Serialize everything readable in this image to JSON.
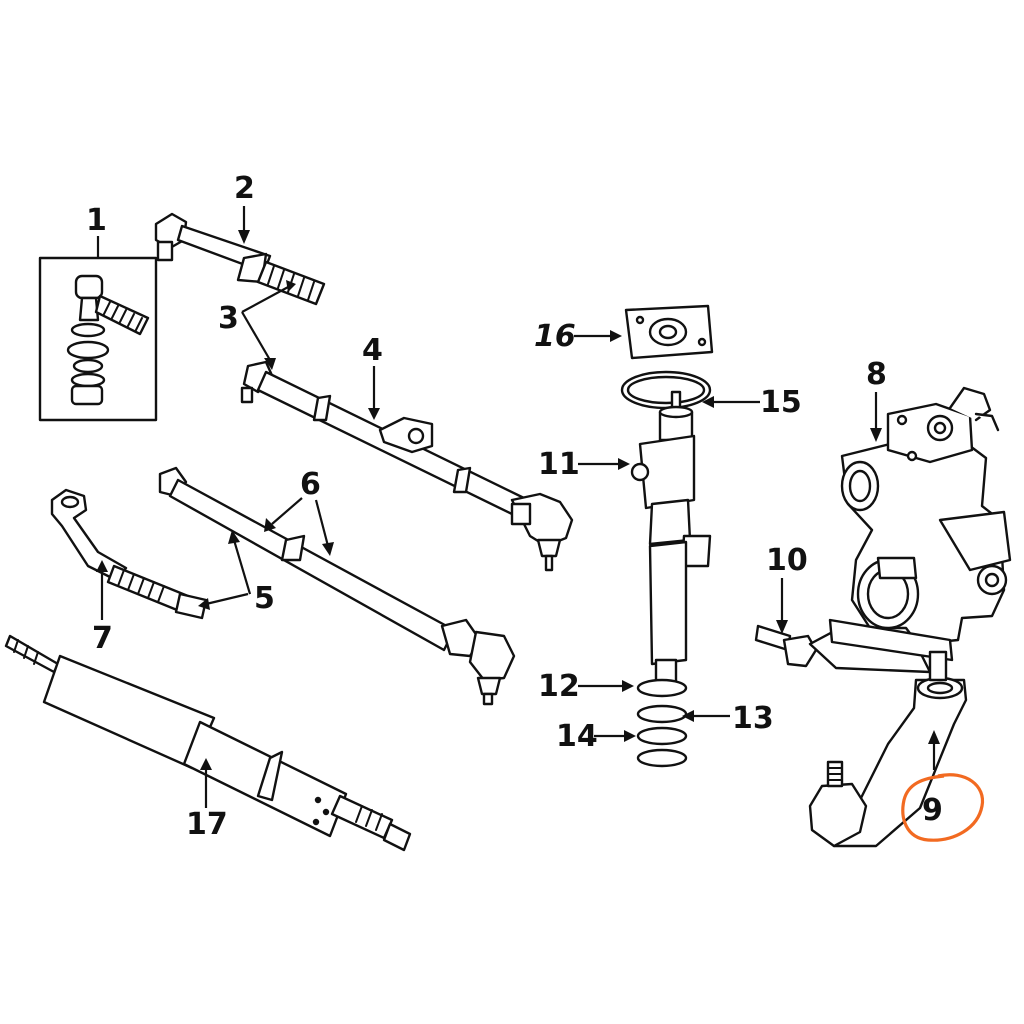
{
  "callouts": {
    "c1": "1",
    "c2": "2",
    "c3": "3",
    "c4": "4",
    "c5": "5",
    "c6": "6",
    "c7": "7",
    "c8": "8",
    "c9": "9",
    "c10": "10",
    "c11": "11",
    "c12": "12",
    "c13": "13",
    "c14": "14",
    "c15": "15",
    "c16": "16",
    "c17": "17"
  },
  "colors": {
    "ink": "#111111",
    "background": "#ffffff",
    "highlight": "#f26a21"
  }
}
